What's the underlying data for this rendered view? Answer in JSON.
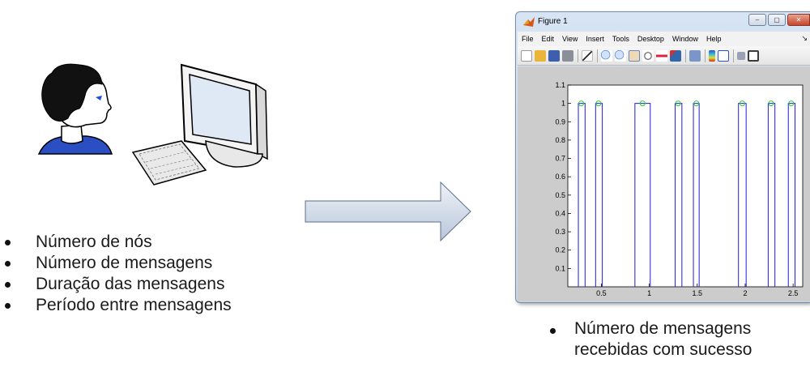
{
  "left_bullets": [
    "Número de nós",
    "Número de mensagens",
    "Duração das mensagens",
    "Período entre mensagens"
  ],
  "right_bullets": [
    "Número de mensagens recebidas com sucesso"
  ],
  "window": {
    "title": "Figure 1",
    "menus": [
      "File",
      "Edit",
      "View",
      "Insert",
      "Tools",
      "Desktop",
      "Window",
      "Help"
    ],
    "menu_overflow": "↘",
    "toolbar_icons": [
      "new-icon",
      "open-icon",
      "save-icon",
      "print-icon",
      "pointer-icon",
      "zoom-in-icon",
      "zoom-out-icon",
      "pan-icon",
      "rotate-icon",
      "data-cursor-icon",
      "brush-icon",
      "link-icon",
      "colorbar-icon",
      "legend-icon",
      "hide-plot-tools-icon",
      "show-plot-tools-icon"
    ]
  },
  "colors": {
    "plot_line": "#1f1fd6",
    "marker": "#2ecc2e",
    "arrow_fill": "#c9d4e3",
    "figure_bg": "#cccccc"
  },
  "chart_data": {
    "type": "line",
    "title": "",
    "xlabel": "",
    "ylabel": "",
    "xlim": [
      0.15,
      2.6
    ],
    "ylim": [
      0,
      1.1
    ],
    "xticks": [
      0.5,
      1,
      1.5,
      2,
      2.5
    ],
    "xtick_labels": [
      "0.5",
      "1",
      "1.5",
      "2",
      "2.5"
    ],
    "yticks": [
      0.1,
      0.2,
      0.3,
      0.4,
      0.5,
      0.6,
      0.7,
      0.8,
      0.9,
      1,
      1.1
    ],
    "ytick_labels": [
      "0.1",
      "0.2",
      "0.3",
      "0.4",
      "0.5",
      "0.6",
      "0.7",
      "0.8",
      "0.9",
      "1",
      "1.1"
    ],
    "grid": false,
    "series": [
      {
        "style": "pulses",
        "pulses": [
          [
            0.26,
            0.33
          ],
          [
            0.44,
            0.51
          ],
          [
            0.85,
            1.01
          ],
          [
            1.27,
            1.34
          ],
          [
            1.46,
            1.52
          ],
          [
            1.93,
            2.01
          ],
          [
            2.24,
            2.31
          ],
          [
            2.45,
            2.52
          ]
        ],
        "height": 1
      }
    ],
    "markers": {
      "x": [
        0.29,
        0.47,
        0.93,
        1.3,
        1.49,
        1.97,
        2.27,
        2.48
      ],
      "y": [
        1,
        1,
        1,
        1,
        1,
        1,
        1,
        1
      ]
    }
  }
}
